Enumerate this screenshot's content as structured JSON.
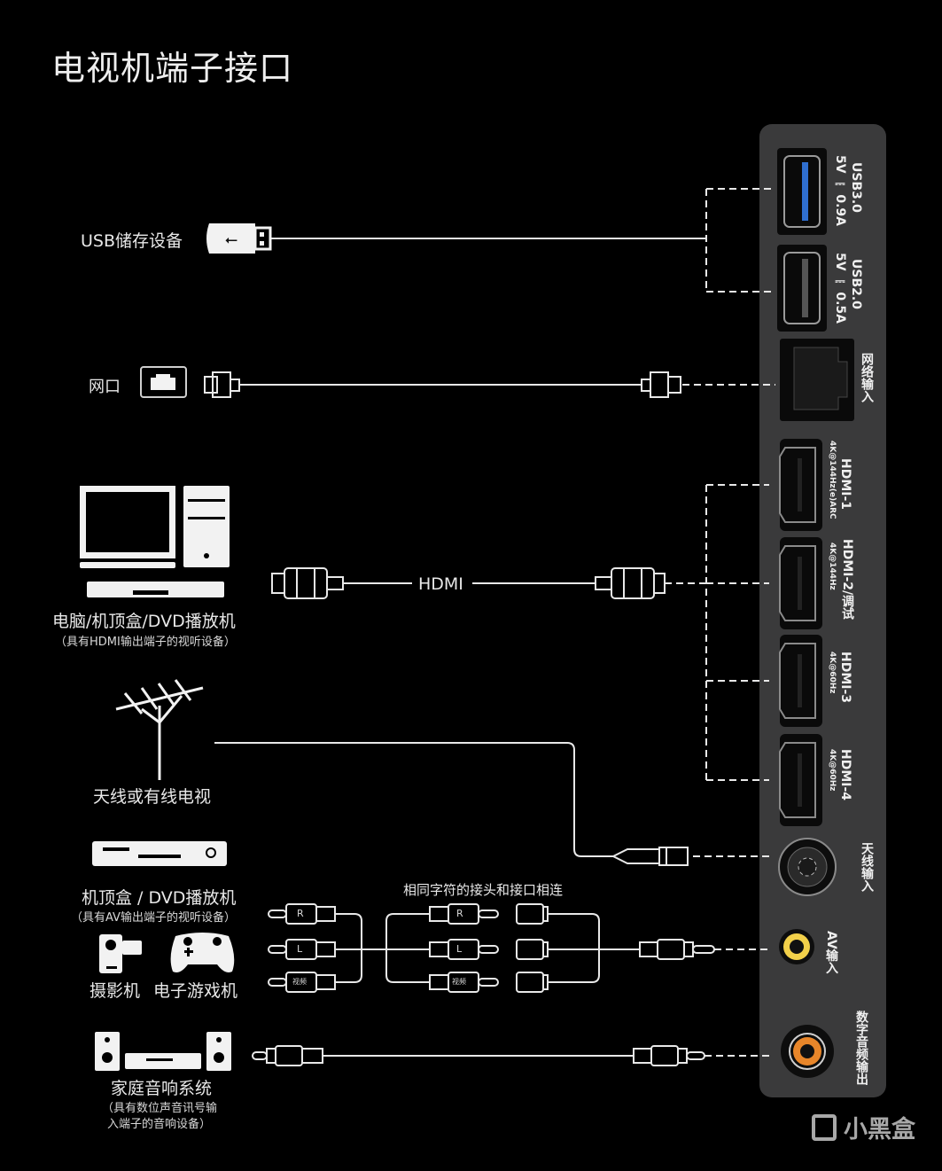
{
  "title": "电视机端子接口",
  "devices": {
    "usb": {
      "label": "USB储存设备"
    },
    "lan": {
      "label": "网口"
    },
    "hdmi_source": {
      "label": "电脑/机顶盒/DVD播放机",
      "sub": "（具有HDMI输出端子的视听设备）"
    },
    "hdmi_cable_label": "HDMI",
    "antenna": {
      "label": "天线或有线电视"
    },
    "av_source": {
      "label": "机顶盒 / DVD播放机",
      "sub": "（具有AV输出端子的视听设备）"
    },
    "camcorder": {
      "label": "摄影机"
    },
    "game_console": {
      "label": "电子游戏机"
    },
    "audio": {
      "label": "家庭音响系统",
      "sub1": "（具有数位声音讯号输",
      "sub2": "入端子的音响设备）"
    },
    "av_note": "相同字符的接头和接口相连",
    "av_plugs": [
      "R",
      "L",
      "视频"
    ]
  },
  "tv_ports": [
    {
      "name": "USB3.0",
      "spec": "5V ⎓ 0.9A"
    },
    {
      "name": "USB2.0",
      "spec": "5V ⎓ 0.5A"
    },
    {
      "name": "网络输入",
      "spec": ""
    },
    {
      "name": "HDMI-1",
      "spec": "4K@144Hz(e)ARC"
    },
    {
      "name": "HDMI-2/调试",
      "spec": "4K@144Hz"
    },
    {
      "name": "HDMI-3",
      "spec": "4K@60Hz"
    },
    {
      "name": "HDMI-4",
      "spec": "4K@60Hz"
    },
    {
      "name": "天线输入",
      "spec": ""
    },
    {
      "name": "AV输入",
      "spec": ""
    },
    {
      "name": "数字音频输出",
      "spec": ""
    }
  ],
  "colors": {
    "usb3_blue": "#2f6fd0",
    "av_yellow": "#f2d04a",
    "spdif_orange": "#e8862a",
    "panel": "#3a3a3b"
  },
  "watermark": "小黑盒"
}
